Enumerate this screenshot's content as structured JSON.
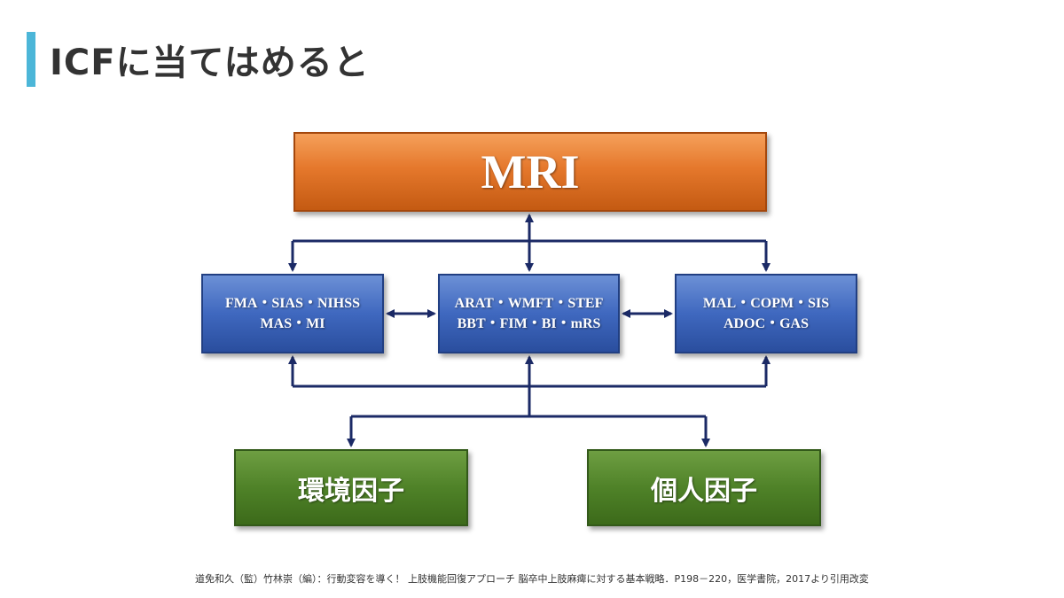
{
  "header": {
    "title": "ICFに当てはめると",
    "accent_color": "#4cb6d8"
  },
  "diagram": {
    "top_box": {
      "label": "MRI",
      "color": "#e5782c"
    },
    "middle_boxes": [
      {
        "line1": "FMA・SIAS・NIHSS",
        "line2": "MAS・MI"
      },
      {
        "line1": "ARAT・WMFT・STEF",
        "line2": "BBT・FIM・BI・mRS"
      },
      {
        "line1": "MAL・COPM・SIS",
        "line2": "ADOC・GAS"
      }
    ],
    "middle_color": "#3f68bf",
    "bottom_boxes": [
      {
        "label": "環境因子"
      },
      {
        "label": "個人因子"
      }
    ],
    "bottom_color": "#4f8228",
    "connector_color": "#1b2a66"
  },
  "footer": {
    "citation": "道免和久（監）竹林崇（編）：行動変容を導く！ 上肢機能回復アプローチ 脳卒中上肢麻痺に対する基本戦略．P198－220，医学書院，2017より引用改変"
  }
}
